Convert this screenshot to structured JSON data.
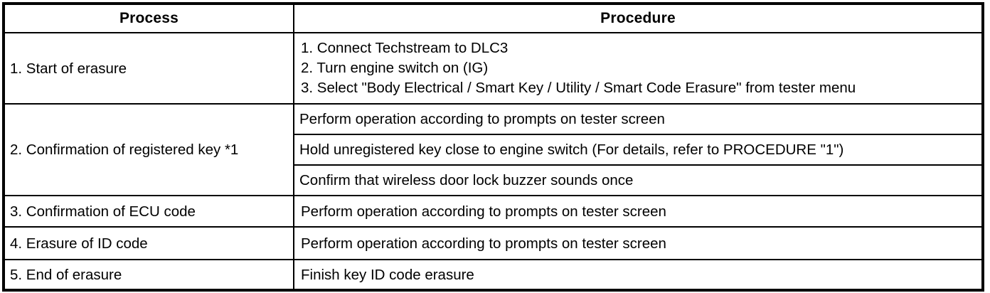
{
  "table": {
    "headers": {
      "process": "Process",
      "procedure": "Procedure"
    },
    "rows": [
      {
        "process": "1. Start of erasure",
        "procedure_lines": [
          "1. Connect Techstream to DLC3",
          "2. Turn engine switch on (IG)",
          "3. Select \"Body Electrical / Smart Key / Utility / Smart Code Erasure\" from tester menu"
        ]
      },
      {
        "process": "2. Confirmation of registered key *1",
        "procedure_lines": [
          "Perform operation according to prompts on tester screen",
          "Hold unregistered key close to engine switch (For details, refer to PROCEDURE \"1\")",
          "Confirm that wireless door lock buzzer sounds once"
        ]
      },
      {
        "process": "3. Confirmation of ECU code",
        "procedure_lines": [
          "Perform operation according to prompts on tester screen"
        ]
      },
      {
        "process": "4. Erasure of ID code",
        "procedure_lines": [
          "Perform operation according to prompts on tester screen"
        ]
      },
      {
        "process": "5. End of erasure",
        "procedure_lines": [
          "Finish key ID code erasure"
        ]
      }
    ]
  },
  "style": {
    "border_color": "#000000",
    "background_color": "#ffffff",
    "text_color": "#000000"
  }
}
